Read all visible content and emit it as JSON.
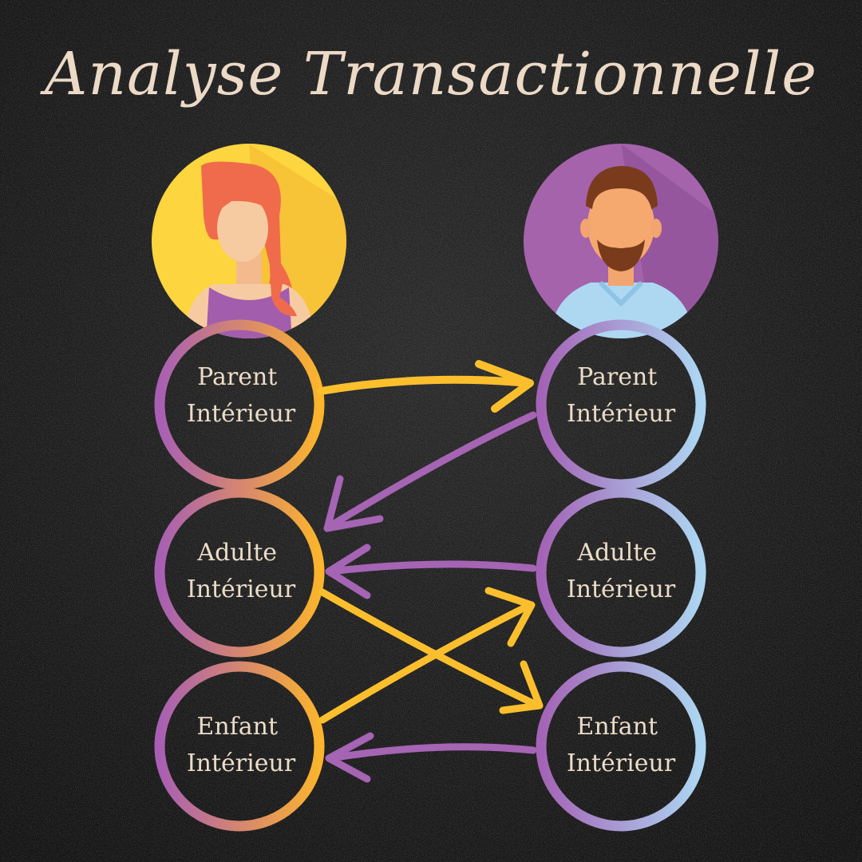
{
  "title": "Analyse Transactionnelle",
  "colors": {
    "background": "#1c1c1c",
    "title": "#ecd9c6",
    "label": "#ecdcc8",
    "yellow": "#fbbf2e",
    "purple": "#a564b4",
    "lightblue": "#aed6f1"
  },
  "people": [
    {
      "name": "woman-avatar",
      "bg": "#fcd53f"
    },
    {
      "name": "man-avatar",
      "bg": "#a563ac"
    }
  ],
  "states": {
    "left": [
      {
        "line1": "Parent",
        "line2": "Intérieur"
      },
      {
        "line1": "Adulte",
        "line2": "Intérieur"
      },
      {
        "line1": "Enfant",
        "line2": "Intérieur"
      }
    ],
    "right": [
      {
        "line1": "Parent",
        "line2": "Intérieur"
      },
      {
        "line1": "Adulte",
        "line2": "Intérieur"
      },
      {
        "line1": "Enfant",
        "line2": "Intérieur"
      }
    ]
  },
  "arrows": [
    {
      "from": "left-parent",
      "to": "right-parent",
      "color": "yellow"
    },
    {
      "from": "right-parent",
      "to": "left-adult",
      "color": "purple"
    },
    {
      "from": "right-adult",
      "to": "left-adult",
      "color": "purple"
    },
    {
      "from": "left-adult",
      "to": "right-child",
      "color": "yellow"
    },
    {
      "from": "left-child",
      "to": "right-adult",
      "color": "yellow"
    },
    {
      "from": "right-child",
      "to": "left-child",
      "color": "purple"
    }
  ]
}
